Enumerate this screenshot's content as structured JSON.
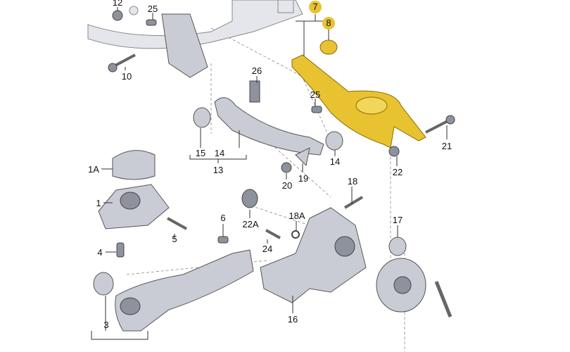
{
  "diagram": {
    "title": "Rear suspension exploded parts diagram",
    "highlight_color": "#e8c231",
    "labels": {
      "p12": "12",
      "p25a": "25",
      "p10": "10",
      "p26": "26",
      "p7": "7",
      "p8": "8",
      "p25b": "25",
      "p15": "15",
      "p14a": "14",
      "p13": "13",
      "p14b": "14",
      "p20": "20",
      "p19": "19",
      "p22": "22",
      "p21": "21",
      "p1A": "1A",
      "p1": "1",
      "p18": "18",
      "p6": "6",
      "p22A": "22A",
      "p18A": "18A",
      "p17": "17",
      "p5": "5",
      "p4": "4",
      "p24": "24",
      "p3": "3",
      "p16": "16"
    }
  }
}
